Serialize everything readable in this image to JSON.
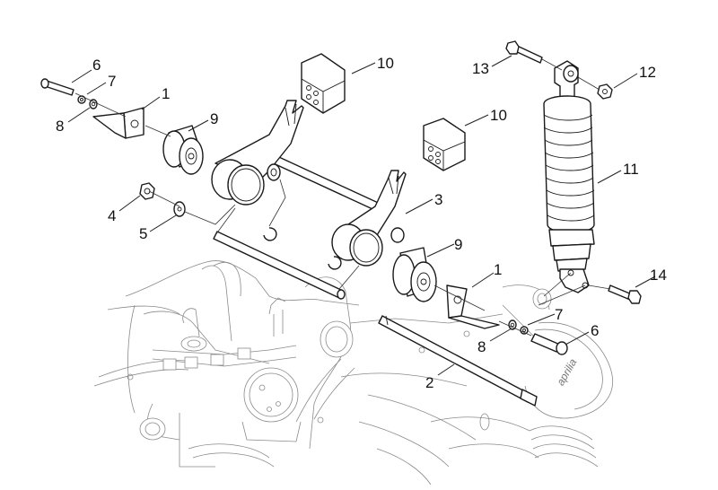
{
  "diagram": {
    "title": "Rear suspension - shock absorber exploded view",
    "brand_logo_text": "aprilia",
    "colors": {
      "background": "#ffffff",
      "line": "#1a1a1a",
      "engine_outline": "#8a8a8a"
    },
    "callouts": [
      {
        "id": "c6a",
        "label": "6",
        "part": "bolt"
      },
      {
        "id": "c7a",
        "label": "7",
        "part": "washer"
      },
      {
        "id": "c8a",
        "label": "8",
        "part": "washer"
      },
      {
        "id": "c1a",
        "label": "1",
        "part": "bracket"
      },
      {
        "id": "c9a",
        "label": "9",
        "part": "silent-block bushing"
      },
      {
        "id": "c4",
        "label": "4",
        "part": "nut"
      },
      {
        "id": "c5",
        "label": "5",
        "part": "washer"
      },
      {
        "id": "c10a",
        "label": "10",
        "part": "rubber buffer"
      },
      {
        "id": "c10b",
        "label": "10",
        "part": "rubber buffer"
      },
      {
        "id": "c3",
        "label": "3",
        "part": "engine swing arm link"
      },
      {
        "id": "c9b",
        "label": "9",
        "part": "silent-block bushing"
      },
      {
        "id": "c13",
        "label": "13",
        "part": "upper shock bolt"
      },
      {
        "id": "c12",
        "label": "12",
        "part": "self-locking nut"
      },
      {
        "id": "c11",
        "label": "11",
        "part": "rear shock absorber"
      },
      {
        "id": "c14",
        "label": "14",
        "part": "lower shock bolt"
      },
      {
        "id": "c1b",
        "label": "1",
        "part": "bracket"
      },
      {
        "id": "c7b",
        "label": "7",
        "part": "washer"
      },
      {
        "id": "c8b",
        "label": "8",
        "part": "washer"
      },
      {
        "id": "c6b",
        "label": "6",
        "part": "bolt"
      },
      {
        "id": "c2",
        "label": "2",
        "part": "pivot pin"
      }
    ]
  }
}
